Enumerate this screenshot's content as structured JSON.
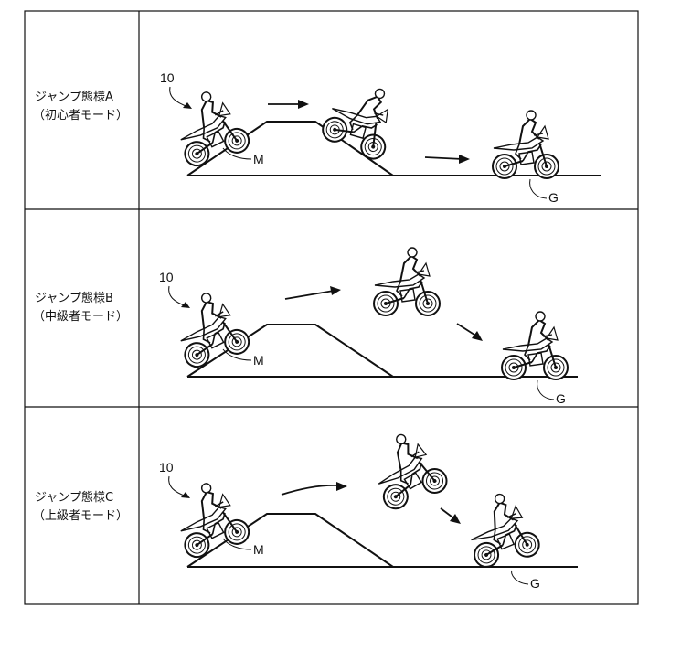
{
  "rows": [
    {
      "mode_title": "ジャンプ態様A",
      "mode_sub": "（初心者モード）",
      "vehicle_ref": "10",
      "ramp_ref": "M",
      "ground_ref": "G"
    },
    {
      "mode_title": "ジャンプ態様B",
      "mode_sub": "（中級者モード）",
      "vehicle_ref": "10",
      "ramp_ref": "M",
      "ground_ref": "G"
    },
    {
      "mode_title": "ジャンプ態様C",
      "mode_sub": "（上級者モード）",
      "vehicle_ref": "10",
      "ramp_ref": "M",
      "ground_ref": "G"
    }
  ]
}
